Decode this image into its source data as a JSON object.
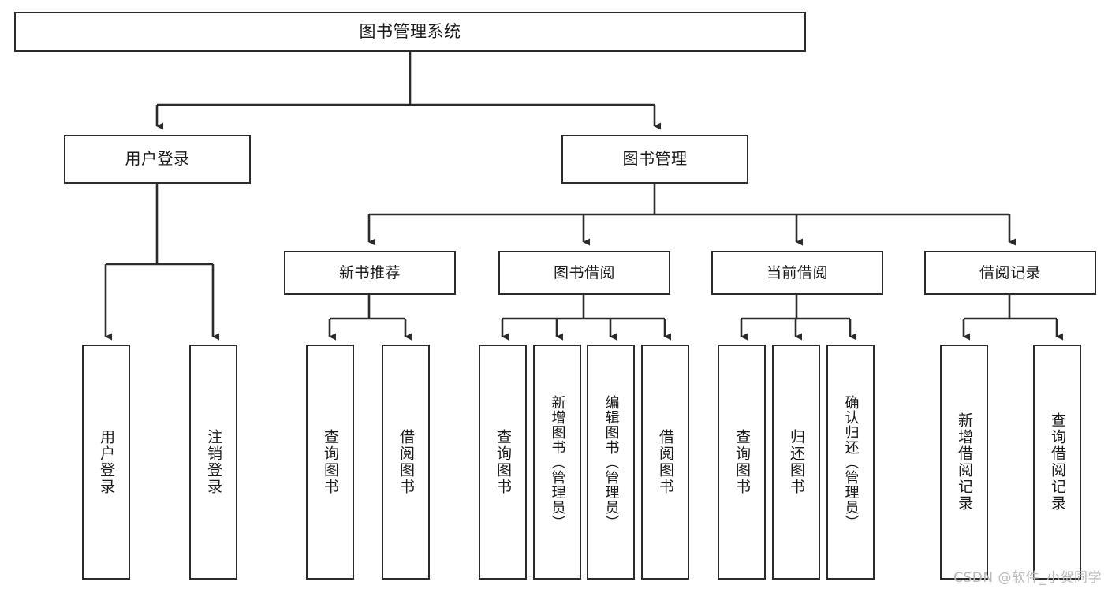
{
  "diagram": {
    "title": "图书管理系统",
    "type": "tree-hierarchy-diagram",
    "root": {
      "label": "图书管理系统"
    },
    "level1": [
      {
        "label": "用户登录"
      },
      {
        "label": "图书管理"
      }
    ],
    "level2": [
      {
        "label": "新书推荐"
      },
      {
        "label": "图书借阅"
      },
      {
        "label": "当前借阅"
      },
      {
        "label": "借阅记录"
      }
    ],
    "leaves": {
      "user_login": [
        {
          "label": "用户登录"
        },
        {
          "label": "注销登录"
        }
      ],
      "new_book_recommend": [
        {
          "label": "查询图书"
        },
        {
          "label": "借阅图书"
        }
      ],
      "book_borrow": [
        {
          "label": "查询图书"
        },
        {
          "label": "新增图书（管理员）"
        },
        {
          "label": "编辑图书（管理员）"
        },
        {
          "label": "借阅图书"
        }
      ],
      "current_borrow": [
        {
          "label": "查询图书"
        },
        {
          "label": "归还图书"
        },
        {
          "label": "确认归还（管理员）"
        }
      ],
      "borrow_record": [
        {
          "label": "新增借阅记录"
        },
        {
          "label": "查询借阅记录"
        }
      ]
    }
  },
  "watermark": {
    "text": "CSDN @软件_小贺同学"
  },
  "colors": {
    "border": "#2b2b2b",
    "background": "#ffffff",
    "text": "#1a1a1a",
    "watermark": "#b9b9b9"
  }
}
